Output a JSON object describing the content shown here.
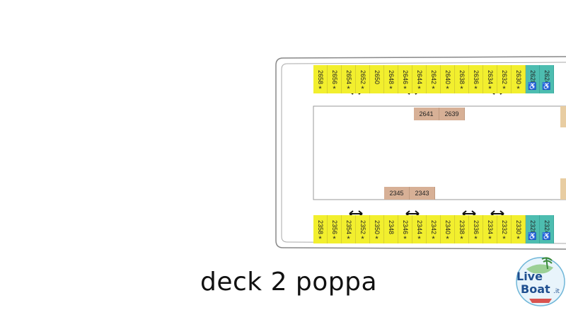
{
  "deck": {
    "title": "deck 2 poppa",
    "colors": {
      "standard_cabin": "#f2ef2e",
      "accessible_cabin": "#4dbdb0",
      "inside_cabin": "#d7b096",
      "hull_outline": "#888888"
    },
    "top_row": [
      {
        "number": "2658",
        "star": "*"
      },
      {
        "number": "2656",
        "star": "*"
      },
      {
        "number": "2654",
        "star": "*"
      },
      {
        "number": "2652",
        "star": "*"
      },
      {
        "number": "2650",
        "star": ""
      },
      {
        "number": "2648",
        "star": "*"
      },
      {
        "number": "2646",
        "star": "*"
      },
      {
        "number": "2644",
        "star": "*"
      },
      {
        "number": "2642",
        "star": "*"
      },
      {
        "number": "2640",
        "star": "*"
      },
      {
        "number": "2638",
        "star": "*"
      },
      {
        "number": "2636",
        "star": "*"
      },
      {
        "number": "2634",
        "star": "*"
      },
      {
        "number": "2632",
        "star": "*"
      },
      {
        "number": "2630",
        "star": "*"
      },
      {
        "number": "2628",
        "star": "",
        "accessible": true
      },
      {
        "number": "2624",
        "star": "",
        "accessible": true
      }
    ],
    "bottom_row": [
      {
        "number": "2358",
        "star": "*"
      },
      {
        "number": "2356",
        "star": "*"
      },
      {
        "number": "2354",
        "star": "*"
      },
      {
        "number": "2352",
        "star": "*"
      },
      {
        "number": "2350",
        "star": "*"
      },
      {
        "number": "2348",
        "star": ""
      },
      {
        "number": "2346",
        "star": "*"
      },
      {
        "number": "2344",
        "star": "*"
      },
      {
        "number": "2342",
        "star": "*"
      },
      {
        "number": "2340",
        "star": "*"
      },
      {
        "number": "2338",
        "star": "*"
      },
      {
        "number": "2336",
        "star": "*"
      },
      {
        "number": "2334",
        "star": "*"
      },
      {
        "number": "2332",
        "star": "*"
      },
      {
        "number": "2330",
        "star": "*"
      },
      {
        "number": "2328",
        "star": "",
        "accessible": true
      },
      {
        "number": "2324",
        "star": "",
        "accessible": true
      }
    ],
    "inside_cabins_top": [
      "2641",
      "2639"
    ],
    "inside_cabins_bottom": [
      "2345",
      "2343"
    ],
    "connecting_pairs_top": [
      [
        "2654",
        "2652"
      ],
      [
        "2646",
        "2644"
      ],
      [
        "2634",
        "2632"
      ]
    ],
    "connecting_pairs_bottom": [
      [
        "2354",
        "2352"
      ],
      [
        "2346",
        "2344"
      ],
      [
        "2338",
        "2336"
      ],
      [
        "2334",
        "2332"
      ]
    ]
  },
  "logo": {
    "line1": "Live",
    "line2": "Boat",
    "suffix": ".it",
    "icon": "cruise-ship-globe-icon"
  }
}
